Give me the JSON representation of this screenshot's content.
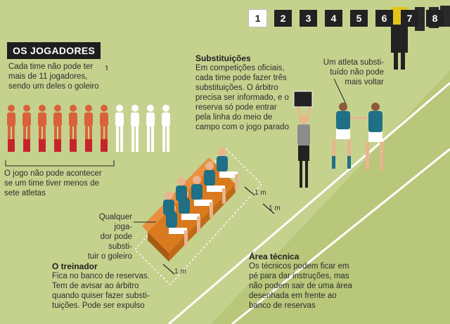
{
  "squad_numbers": [
    "1",
    "2",
    "3",
    "4",
    "5",
    "6",
    "7",
    "8"
  ],
  "jogadores": {
    "title": "OS JOGADORES",
    "text_lines": [
      "Cada time não pode ter",
      "mais de 11 jogadores,",
      "sendo um deles o goleiro"
    ],
    "min_lines": [
      "O jogo não pode acontecer",
      "se um time tiver menos de",
      "sete atletas"
    ],
    "colors": {
      "active": "#d9623a",
      "shorts": "#c8232b",
      "inactive": "#ffffff"
    },
    "players_shown": 11,
    "players_faded": 4
  },
  "substituicoes": {
    "title": "Substituições",
    "lines": [
      "Em competições oficiais,",
      "cada time pode fazer três",
      "substituições. O árbitro",
      "precisa ser informado, e o",
      "reserva só pode entrar",
      "pela linha do meio de",
      "campo com o jogo parado"
    ]
  },
  "atleta_substituido": {
    "lines": [
      "Um atleta substi-",
      "tuído não pode",
      "mais voltar"
    ]
  },
  "goleiro_note": {
    "lines": [
      "Qualquer joga-",
      "dor pode substi-",
      "tuir o goleiro"
    ]
  },
  "treinador": {
    "title": "O treinador",
    "lines": [
      "Fica no banco de reservas.",
      "Tem de avisar ao árbitro",
      "quando quiser fazer substi-",
      "tuições. Pode ser expulso"
    ]
  },
  "area_tecnica": {
    "title": "Área técnica",
    "lines": [
      "Os técnicos podem ficar em",
      "pé para dar instruções, mas",
      "não podem sair de uma área",
      "desenhada em frente ao",
      "banco de reservas"
    ]
  },
  "measures": [
    "1 m",
    "1 m",
    "1 m"
  ],
  "colors": {
    "field": "#c5d28e",
    "team": "#1f6f86",
    "bench": "#d97a1e",
    "referee": "#8c8c8c"
  }
}
